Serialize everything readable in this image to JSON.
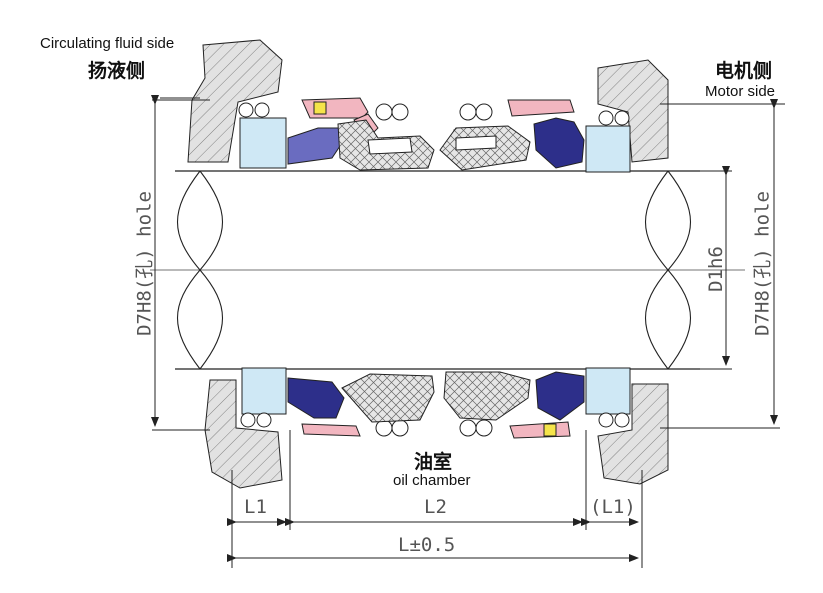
{
  "labels": {
    "circulating_fluid_side": "Circulating fluid side",
    "pump_side_cn": "扬液侧",
    "motor_side_cn": "电机侧",
    "motor_side": "Motor side",
    "oil_chamber_cn": "油室",
    "oil_chamber": "oil chamber",
    "left_bore": "D7H8(孔) hole",
    "right_bore": "D7H8(孔) hole",
    "shaft_dia": "D1h6",
    "dim_l1_left": "L1",
    "dim_l2": "L2",
    "dim_l1_right": "(L1)",
    "dim_total": "L±0.5"
  },
  "colors": {
    "seat": "#cfe8f5",
    "seal_ring_left": "#6a6cc0",
    "seal_ring_right": "#2d2f8a",
    "pink_face": "#f2b6c0",
    "hatch_bg": "#e4e4e4",
    "spring": "#f5e44a"
  }
}
